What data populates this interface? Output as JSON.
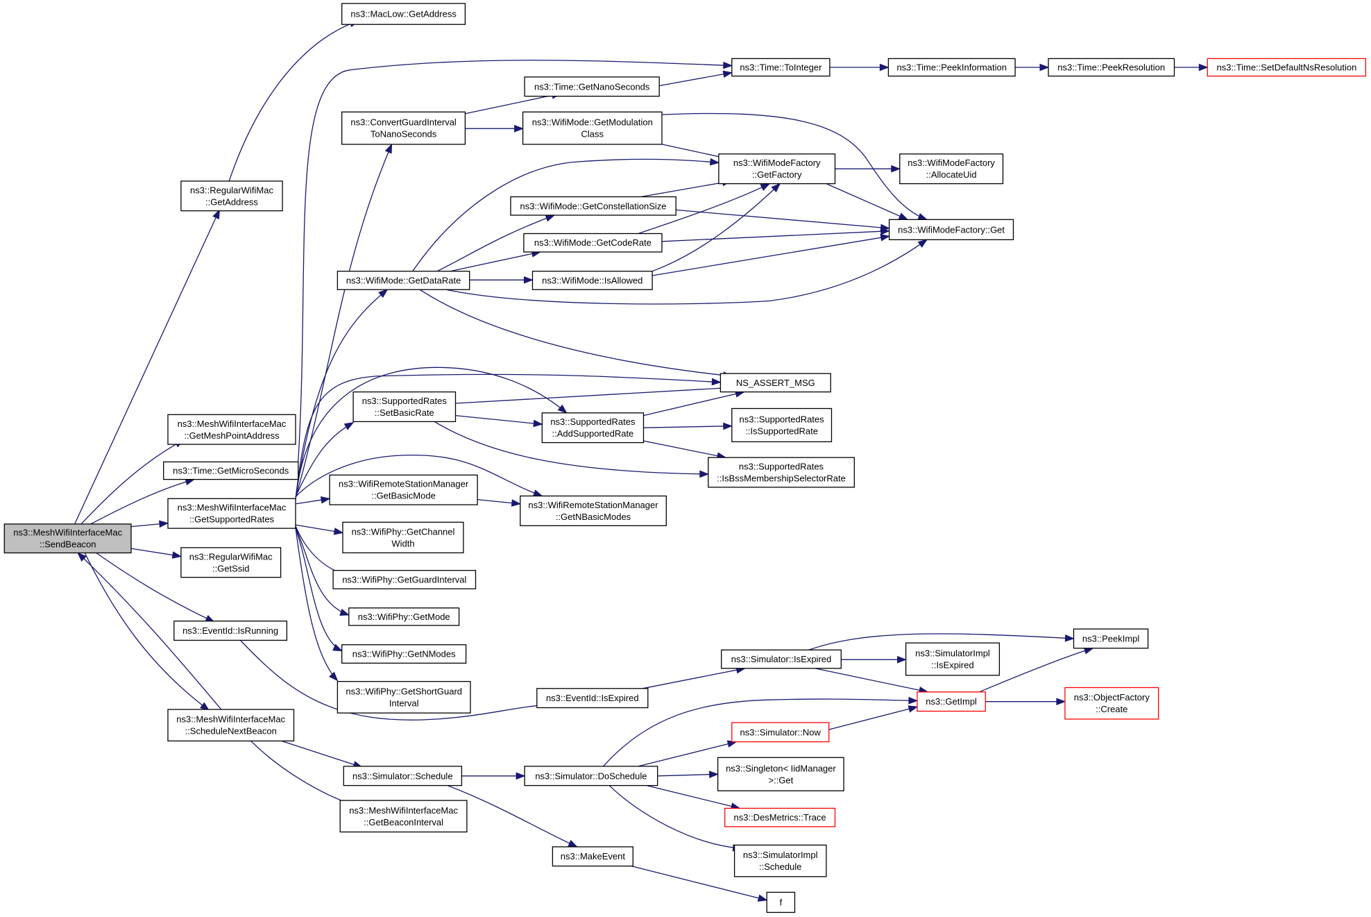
{
  "graph": {
    "edge_color": "#191970",
    "root_fill": "#bfbfbf",
    "truncated_border_color": "#ff0000",
    "nodes": [
      {
        "id": "n0",
        "lines": [
          "ns3::MeshWifiInterfaceMac",
          "::SendBeacon"
        ],
        "style": "root"
      },
      {
        "id": "n1",
        "lines": [
          "ns3::RegularWifiMac",
          "::GetAddress"
        ]
      },
      {
        "id": "n2",
        "lines": [
          "ns3::MacLow::GetAddress"
        ]
      },
      {
        "id": "n3",
        "lines": [
          "ns3::MeshWifiInterfaceMac",
          "::GetMeshPointAddress"
        ]
      },
      {
        "id": "n4",
        "lines": [
          "ns3::Time::GetMicroSeconds"
        ]
      },
      {
        "id": "n5",
        "lines": [
          "ns3::Time::ToInteger"
        ]
      },
      {
        "id": "n6",
        "lines": [
          "ns3::Time::PeekInformation"
        ]
      },
      {
        "id": "n7",
        "lines": [
          "ns3::Time::PeekResolution"
        ]
      },
      {
        "id": "n8",
        "lines": [
          "ns3::Time::SetDefaultNsResolution"
        ],
        "style": "red"
      },
      {
        "id": "n9",
        "lines": [
          "ns3::MeshWifiInterfaceMac",
          "::GetSupportedRates"
        ]
      },
      {
        "id": "n10",
        "lines": [
          "ns3::ConvertGuardInterval",
          "ToNanoSeconds"
        ]
      },
      {
        "id": "n11",
        "lines": [
          "ns3::Time::GetNanoSeconds"
        ]
      },
      {
        "id": "n12",
        "lines": [
          "ns3::WifiMode::GetModulation",
          "Class"
        ]
      },
      {
        "id": "n13",
        "lines": [
          "ns3::WifiModeFactory",
          "::GetFactory"
        ]
      },
      {
        "id": "n14",
        "lines": [
          "ns3::WifiModeFactory",
          "::AllocateUid"
        ]
      },
      {
        "id": "n15",
        "lines": [
          "ns3::WifiModeFactory::Get"
        ]
      },
      {
        "id": "n16",
        "lines": [
          "ns3::WifiMode::GetDataRate"
        ]
      },
      {
        "id": "n17",
        "lines": [
          "ns3::WifiMode::GetConstellationSize"
        ]
      },
      {
        "id": "n18",
        "lines": [
          "ns3::WifiMode::GetCodeRate"
        ]
      },
      {
        "id": "n19",
        "lines": [
          "ns3::WifiMode::IsAllowed"
        ]
      },
      {
        "id": "n20",
        "lines": [
          "NS_ASSERT_MSG"
        ]
      },
      {
        "id": "n21",
        "lines": [
          "ns3::SupportedRates",
          "::SetBasicRate"
        ]
      },
      {
        "id": "n22",
        "lines": [
          "ns3::SupportedRates",
          "::AddSupportedRate"
        ]
      },
      {
        "id": "n23",
        "lines": [
          "ns3::SupportedRates",
          "::IsSupportedRate"
        ]
      },
      {
        "id": "n24",
        "lines": [
          "ns3::SupportedRates",
          "::IsBssMembershipSelectorRate"
        ]
      },
      {
        "id": "n25",
        "lines": [
          "ns3::WifiRemoteStationManager",
          "::GetBasicMode"
        ]
      },
      {
        "id": "n26",
        "lines": [
          "ns3::WifiRemoteStationManager",
          "::GetNBasicModes"
        ]
      },
      {
        "id": "n27",
        "lines": [
          "ns3::WifiPhy::GetChannel",
          "Width"
        ]
      },
      {
        "id": "n28",
        "lines": [
          "ns3::WifiPhy::GetGuardInterval"
        ]
      },
      {
        "id": "n29",
        "lines": [
          "ns3::WifiPhy::GetMode"
        ]
      },
      {
        "id": "n30",
        "lines": [
          "ns3::WifiPhy::GetNModes"
        ]
      },
      {
        "id": "n31",
        "lines": [
          "ns3::WifiPhy::GetShortGuard",
          "Interval"
        ]
      },
      {
        "id": "n32",
        "lines": [
          "ns3::RegularWifiMac",
          "::GetSsid"
        ]
      },
      {
        "id": "n33",
        "lines": [
          "ns3::EventId::IsRunning"
        ]
      },
      {
        "id": "n34",
        "lines": [
          "ns3::EventId::IsExpired"
        ]
      },
      {
        "id": "n35",
        "lines": [
          "ns3::Simulator::IsExpired"
        ]
      },
      {
        "id": "n36",
        "lines": [
          "ns3::SimulatorImpl",
          "::IsExpired"
        ]
      },
      {
        "id": "n37",
        "lines": [
          "ns3::PeekImpl"
        ]
      },
      {
        "id": "n38",
        "lines": [
          "ns3::GetImpl"
        ],
        "style": "red"
      },
      {
        "id": "n39",
        "lines": [
          "ns3::ObjectFactory",
          "::Create"
        ],
        "style": "red"
      },
      {
        "id": "n40",
        "lines": [
          "ns3::MeshWifiInterfaceMac",
          "::ScheduleNextBeacon"
        ]
      },
      {
        "id": "n41",
        "lines": [
          "ns3::Simulator::Schedule"
        ]
      },
      {
        "id": "n42",
        "lines": [
          "ns3::Simulator::DoSchedule"
        ]
      },
      {
        "id": "n43",
        "lines": [
          "ns3::Simulator::Now"
        ],
        "style": "red"
      },
      {
        "id": "n44",
        "lines": [
          "ns3::Singleton< IidManager",
          ">::Get"
        ]
      },
      {
        "id": "n45",
        "lines": [
          "ns3::DesMetrics::Trace"
        ],
        "style": "red"
      },
      {
        "id": "n46",
        "lines": [
          "ns3::SimulatorImpl",
          "::Schedule"
        ]
      },
      {
        "id": "n47",
        "lines": [
          "ns3::MeshWifiInterfaceMac",
          "::GetBeaconInterval"
        ]
      },
      {
        "id": "n48",
        "lines": [
          "ns3::MakeEvent"
        ]
      },
      {
        "id": "n49",
        "lines": [
          "f"
        ]
      }
    ]
  }
}
